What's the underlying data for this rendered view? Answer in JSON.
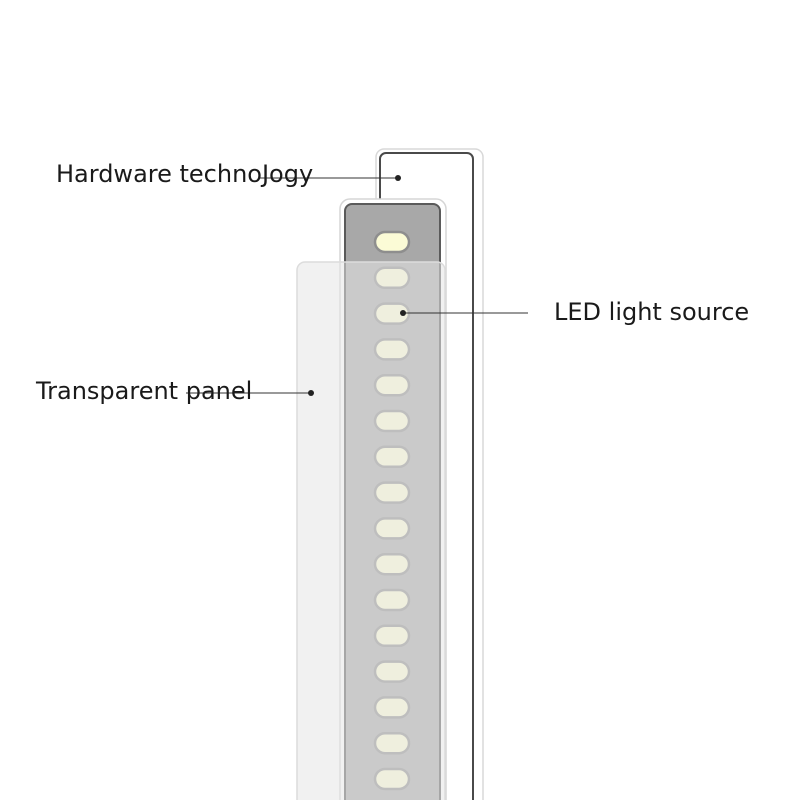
{
  "callouts": {
    "hardware": "Hardware technoJogy",
    "led": "LED light source",
    "panel": "Transparent panel"
  },
  "led_count": 16,
  "colors": {
    "background": "#ffffff",
    "frame_outline": "#d6d6d6",
    "hardware_stroke": "#4a4a4a",
    "led_tray": "#a8a8a8",
    "led_tray_edge": "#5a5a5a",
    "led_fill": "#fbfbd6",
    "led_outline": "#8e8e8e",
    "panel_fill": "#e6e6e6",
    "leader_line": "#333333"
  }
}
